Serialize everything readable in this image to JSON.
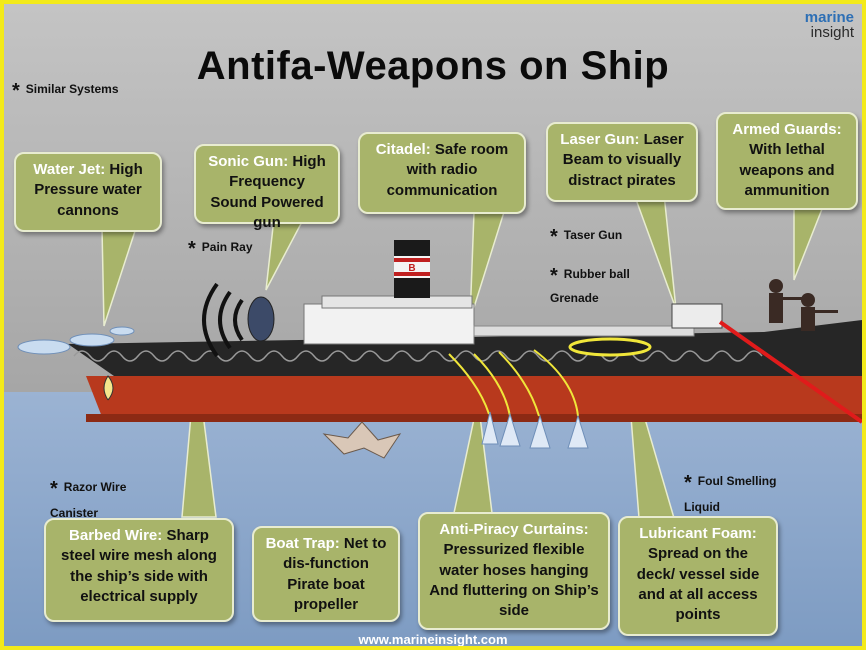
{
  "title": "Antifa-Weapons on Ship",
  "logo": {
    "line1": "marine",
    "line2": "insight"
  },
  "footer_url": "www.marineinsight.com",
  "similar_note": "Similar Systems",
  "star_symbol": "*",
  "notes": {
    "pain_ray": "Pain Ray",
    "taser_gun": "Taser Gun",
    "rubber_ball": "Rubber ball Grenade",
    "razor_wire": "Razor Wire Canister",
    "foul_liquid": "Foul Smelling Liquid"
  },
  "callouts": {
    "water_jet": {
      "heading": "Water Jet:",
      "text": "High Pressure water cannons"
    },
    "sonic_gun": {
      "heading": "Sonic Gun:",
      "text": "High Frequency Sound Powered gun"
    },
    "citadel": {
      "heading": "Citadel:",
      "text": "Safe room with radio communication"
    },
    "laser_gun": {
      "heading": "Laser Gun:",
      "text": "Laser Beam to visually distract pirates"
    },
    "armed_guards": {
      "heading": "Armed Guards:",
      "text": "With lethal weapons and ammunition"
    },
    "barbed_wire": {
      "heading": "Barbed Wire:",
      "text": "Sharp steel wire mesh along the ship’s side with electrical supply"
    },
    "boat_trap": {
      "heading": "Boat Trap:",
      "text": "Net to dis-function Pirate boat propeller"
    },
    "anti_piracy": {
      "heading": "Anti-Piracy Curtains:",
      "text": "Pressurized flexible water hoses hanging And fluttering on Ship’s side"
    },
    "lubricant_foam": {
      "heading": "Lubricant Foam:",
      "text": "Spread on the deck/ vessel side and at all access points"
    }
  },
  "funnel_letter": "B",
  "colors": {
    "callout_fill": "#a8b46a",
    "frame_border": "#f3ea1a",
    "hull_red": "#b8391d",
    "hull_dark": "#262626",
    "laser": "#e01b1b"
  }
}
